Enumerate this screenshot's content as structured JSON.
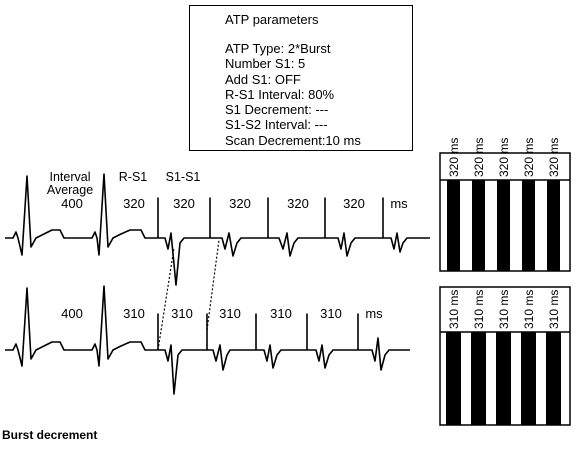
{
  "parameters": {
    "title": "ATP parameters",
    "lines": [
      "ATP Type:  2*Burst",
      "Number S1:  5",
      "Add S1: OFF",
      "R-S1 Interval: 80%",
      "S1 Decrement: ---",
      "S1-S2 Interval: ---",
      "Scan Decrement:10 ms"
    ]
  },
  "top_row": {
    "interval_average_label": "Interval\nAverage",
    "interval_average": "400",
    "r_s1_label": "R-S1",
    "s1_s1_label": "S1-S1",
    "intervals": [
      "320",
      "320",
      "320",
      "320",
      "320"
    ],
    "unit": "ms",
    "bars": [
      "320 ms",
      "320 ms",
      "320 ms",
      "320 ms",
      "320 ms"
    ]
  },
  "bottom_row": {
    "interval_average": "400",
    "intervals": [
      "310",
      "310",
      "310",
      "310",
      "310"
    ],
    "unit": "ms",
    "bars": [
      "310 ms",
      "310 ms",
      "310 ms",
      "310 ms",
      "310 ms"
    ]
  },
  "caption": "Burst decrement",
  "colors": {
    "line": "#000000",
    "background": "#ffffff"
  }
}
